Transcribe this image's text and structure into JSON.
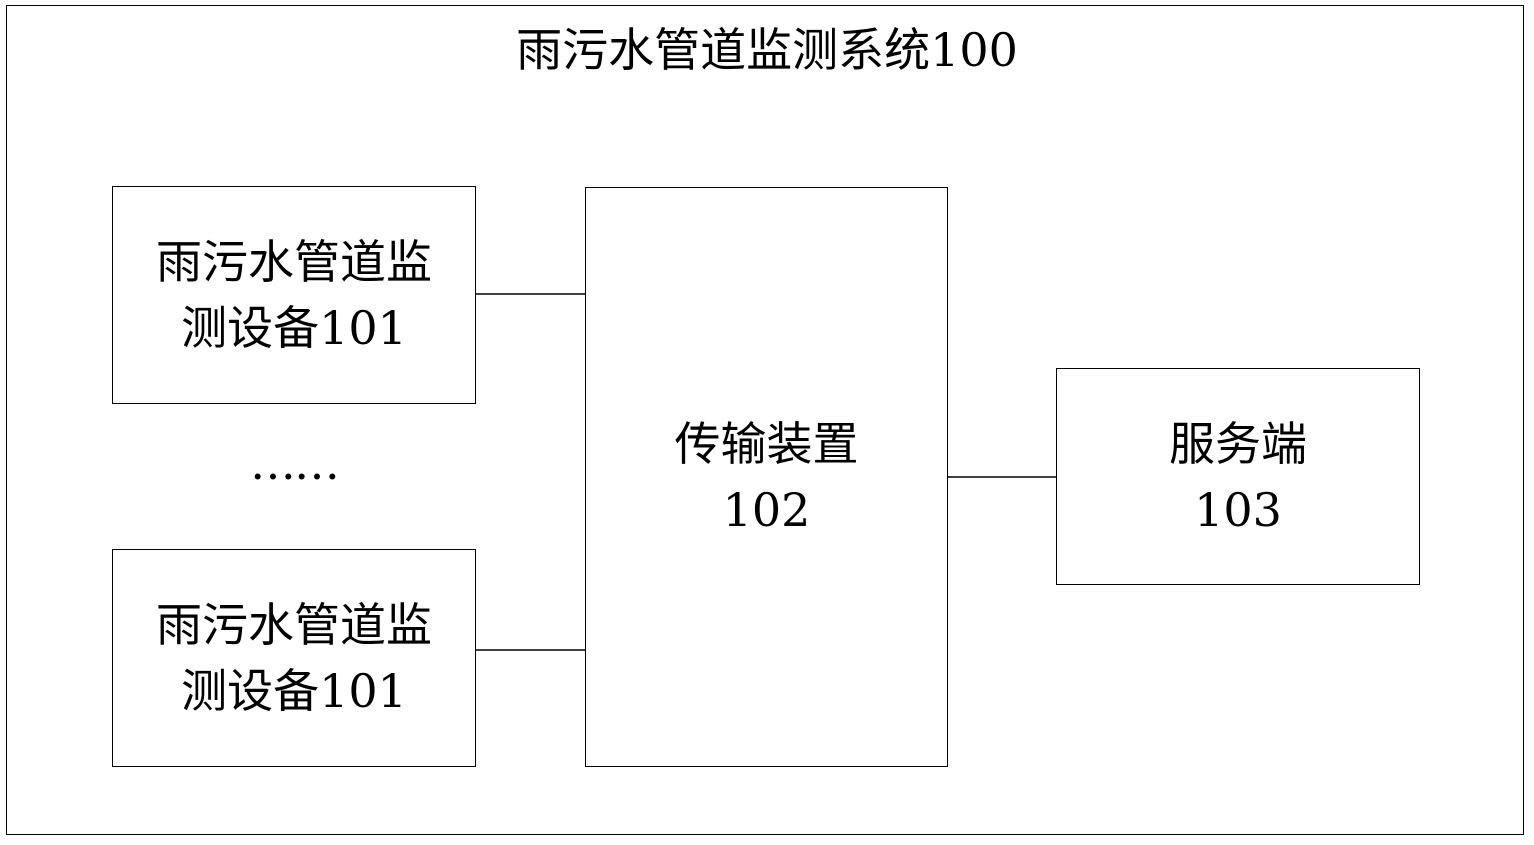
{
  "diagram": {
    "title": "雨污水管道监测系统100",
    "devices": [
      {
        "line1": "雨污水管道监",
        "line2": "测设备101"
      },
      {
        "line1": "雨污水管道监",
        "line2": "测设备101"
      }
    ],
    "ellipsis": "……",
    "transmission": {
      "line1": "传输装置",
      "line2": "102"
    },
    "server": {
      "line1": "服务端",
      "line2": "103"
    }
  }
}
